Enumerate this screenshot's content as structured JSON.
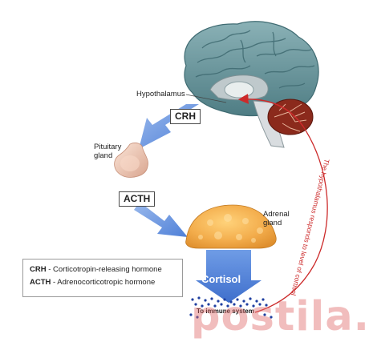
{
  "labels": {
    "hypothalamus": "Hypothalamus",
    "pituitary_line1": "Pituitary",
    "pituitary_line2": "gland",
    "adrenal_line1": "Adrenal",
    "adrenal_line2": "gland",
    "crh": "CRH",
    "acth": "ACTH",
    "cortisol": "Cortisol",
    "immune": "To immune system",
    "feedback": "The hypothalamus responds to level of cortisol"
  },
  "legend": {
    "crh_abbr": "CRH",
    "crh_def": " - Corticotropin-releasing hormone",
    "acth_abbr": "ACTH",
    "acth_def": " - Adrenocorticotropic hormone"
  },
  "watermark": "postila.ru",
  "colors": {
    "arrow_blue": "#5d8fe0",
    "cortisol_blue": "#6f9ce6",
    "feedback_red": "#cc2a2a",
    "adrenal_orange": "#f0a848",
    "brain_teal": "#5f8c92",
    "dots_blue": "#1f3fa0"
  }
}
